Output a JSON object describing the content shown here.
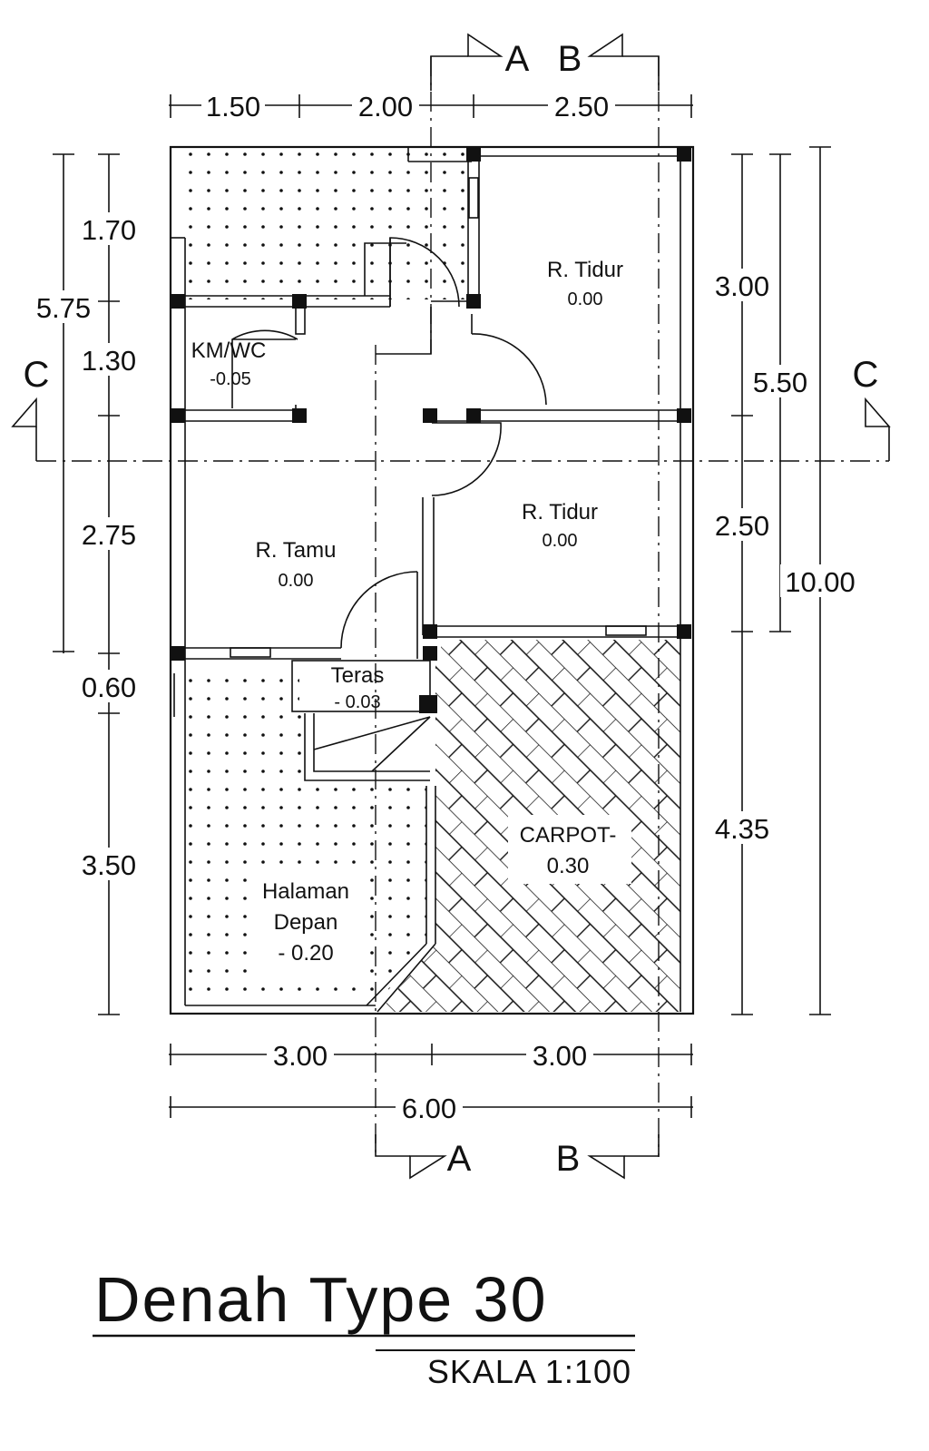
{
  "title": "Denah Type 30",
  "scale": "SKALA 1:100",
  "section_marks": {
    "a": "A",
    "b": "B",
    "c": "C"
  },
  "dims_top": [
    "1.50",
    "2.00",
    "2.50"
  ],
  "dims_bottom": [
    "3.00",
    "3.00"
  ],
  "dim_total_width": "6.00",
  "dims_left_outer": "5.75",
  "dims_left": [
    "1.70",
    "1.30",
    "2.75",
    "0.60",
    "3.50"
  ],
  "dims_right": [
    "3.00",
    "2.50",
    "4.35"
  ],
  "dims_right_mid": "5.50",
  "dims_right_total": "10.00",
  "rooms": {
    "tidur1": {
      "name": "R. Tidur",
      "level": "0.00"
    },
    "kmwc": {
      "name": "KM/WC",
      "level": "-0.05"
    },
    "tidur2": {
      "name": "R. Tidur",
      "level": "0.00"
    },
    "tamu": {
      "name": "R. Tamu",
      "level": "0.00"
    },
    "teras": {
      "name": "Teras",
      "level": "- 0.03"
    },
    "carpot": {
      "name": "CARPOT-",
      "level": "0.30"
    },
    "halaman": {
      "line1": "Halaman",
      "line2": "Depan",
      "level": "- 0.20"
    }
  }
}
